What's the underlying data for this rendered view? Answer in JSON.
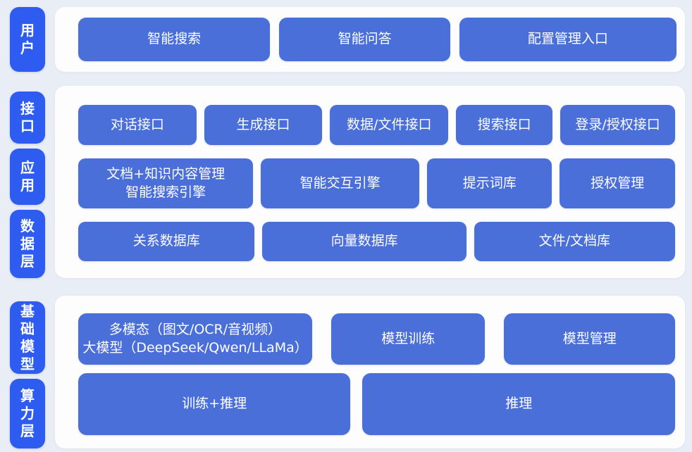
{
  "colors": {
    "background": "#e9eef6",
    "panel": "#fdfdfe",
    "layer_tab_blue": "#2e5bf0",
    "block_blue": "#4a6fd9",
    "text": "#ffffff"
  },
  "sections": [
    {
      "name": "user-layer",
      "labels": [
        {
          "text": "用户"
        }
      ],
      "rows": [
        {
          "buttons": [
            {
              "label": "智能搜索"
            },
            {
              "label": "智能问答"
            },
            {
              "label": "配置管理入口"
            }
          ]
        }
      ]
    },
    {
      "name": "interface-application-data-layer",
      "labels": [
        {
          "text": "接口"
        },
        {
          "text": "应用"
        },
        {
          "text": "数据层"
        }
      ],
      "rows": [
        {
          "buttons": [
            {
              "label": "对话接口"
            },
            {
              "label": "生成接口"
            },
            {
              "label": "数据/文件接口"
            },
            {
              "label": "搜索接口"
            },
            {
              "label": "登录/授权接口"
            }
          ]
        },
        {
          "buttons": [
            {
              "line1": "文档+知识内容管理",
              "line2": "智能搜索引擎"
            },
            {
              "label": "智能交互引擎"
            },
            {
              "label": "提示词库"
            },
            {
              "label": "授权管理"
            }
          ]
        },
        {
          "buttons": [
            {
              "label": "关系数据库"
            },
            {
              "label": "向量数据库"
            },
            {
              "label": "文件/文档库"
            }
          ]
        }
      ]
    },
    {
      "name": "foundation-compute-layer",
      "labels": [
        {
          "text": "基础模型"
        },
        {
          "text": "算力层"
        }
      ],
      "rows": [
        {
          "buttons": [
            {
              "line1": "多模态（图文/OCR/音视频）",
              "line2": "大模型（DeepSeek/Qwen/LLaMa）"
            },
            {
              "label": "模型训练"
            },
            {
              "label": "模型管理"
            }
          ]
        },
        {
          "buttons": [
            {
              "label": "训练+推理"
            },
            {
              "label": "推理"
            }
          ]
        }
      ]
    }
  ]
}
